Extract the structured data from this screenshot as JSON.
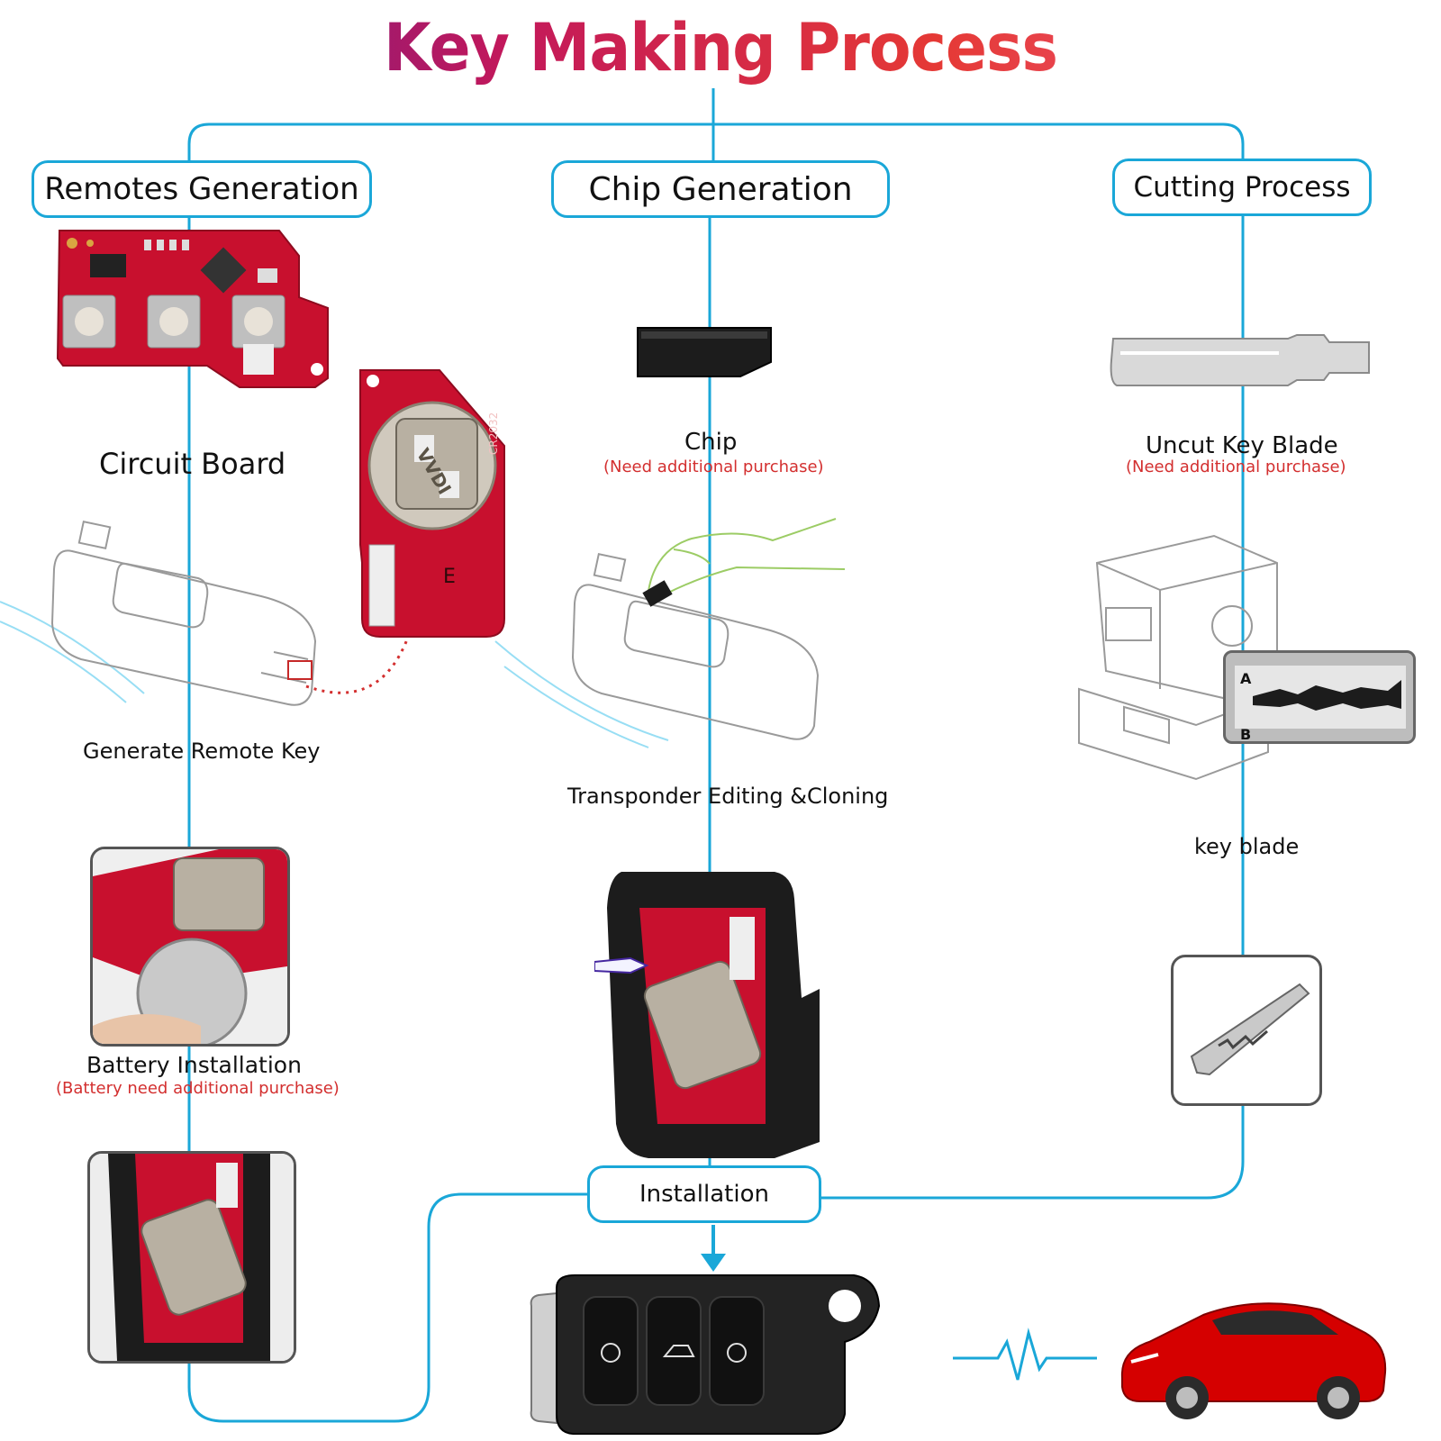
{
  "title": "Key Making Process",
  "colors": {
    "line": "#1aa7d8",
    "note": "#d32f2f",
    "pcb": "#c8102e",
    "car": "#d50000"
  },
  "columns": {
    "remotes": {
      "heading": "Remotes Generation",
      "circuit_board": "Circuit Board",
      "generate": "Generate Remote Key",
      "battery": "Battery Installation",
      "battery_note": "(Battery need additional purchase)"
    },
    "chip": {
      "heading": "Chip Generation",
      "chip": "Chip",
      "chip_note": "(Need additional purchase)",
      "transponder": "Transponder Editing &Cloning"
    },
    "cutting": {
      "heading": "Cutting Process",
      "uncut": "Uncut Key  Blade",
      "uncut_note": "(Need additional purchase)",
      "key_blade": "key blade",
      "screen_marks": {
        "a": "A",
        "b": "B"
      }
    }
  },
  "installation": "Installation",
  "board_marks": {
    "battery_type": "CR2032",
    "brand": "VVDI",
    "letter": "E"
  },
  "icons": [
    "remote-board-icon",
    "chip-icon",
    "key-blade-icon",
    "key-tool-icon",
    "cutting-machine-icon",
    "battery-icon",
    "flip-key-icon",
    "heartbeat-icon",
    "car-icon",
    "pointing-hand-icon"
  ]
}
